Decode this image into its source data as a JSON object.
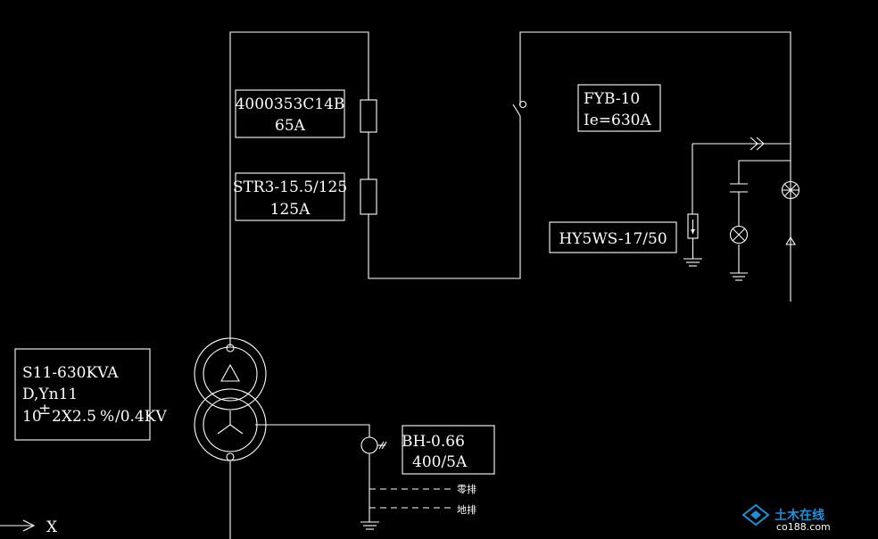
{
  "transformer_box": {
    "line1": "S11-630KVA",
    "line2": "D,Yn11",
    "line3_a": "10",
    "line3_b": "2X2.5",
    "line3_c": "/0.4KV"
  },
  "fuse_upper": {
    "line1": "4000353C14B",
    "line2": "65A"
  },
  "fuse_lower": {
    "line1": "STR3-15.5/125",
    "line2": "125A"
  },
  "load_switch": {
    "line1": "FYB-10",
    "line2": "Ie=630A"
  },
  "arrester": {
    "label": "HY5WS-17/50"
  },
  "ct": {
    "line1": "BH-0.66",
    "line2": "400/5A"
  },
  "neutral_bar": "零排",
  "ground_bar": "地排",
  "axis": {
    "label": "X"
  },
  "watermark": {
    "text": "土木在线",
    "sub": "co188.com",
    "color": "#1f8fd8"
  }
}
